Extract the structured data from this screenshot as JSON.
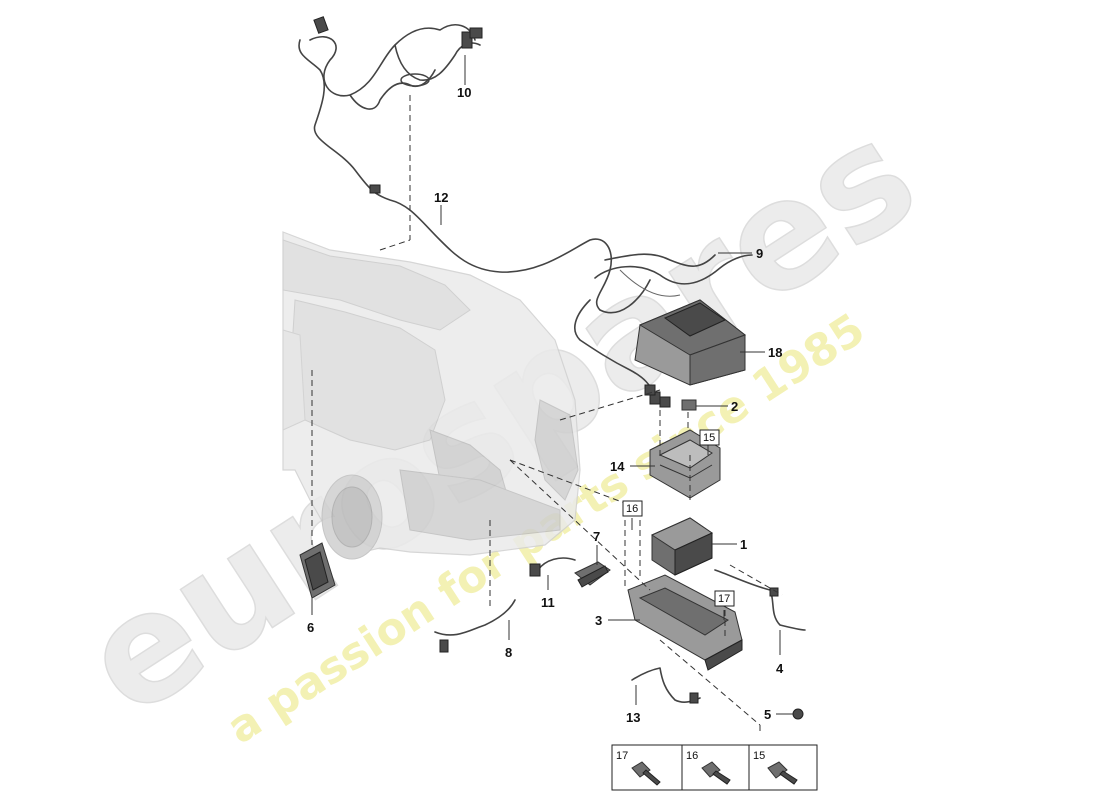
{
  "watermark": {
    "brand": "eurospares",
    "tagline": "a passion for parts since 1985"
  },
  "callouts": {
    "c1": "1",
    "c2": "2",
    "c3": "3",
    "c4": "4",
    "c5": "5",
    "c6": "6",
    "c7": "7",
    "c8": "8",
    "c9": "9",
    "c10": "10",
    "c11": "11",
    "c12": "12",
    "c13": "13",
    "c14": "14",
    "c18": "18"
  },
  "boxed_callouts": {
    "b15": "15",
    "b16": "16",
    "b17": "17"
  },
  "legend": [
    {
      "label": "17",
      "icon": "flange-bolt-icon"
    },
    {
      "label": "16",
      "icon": "hex-bolt-icon"
    },
    {
      "label": "15",
      "icon": "flange-screw-icon"
    }
  ]
}
